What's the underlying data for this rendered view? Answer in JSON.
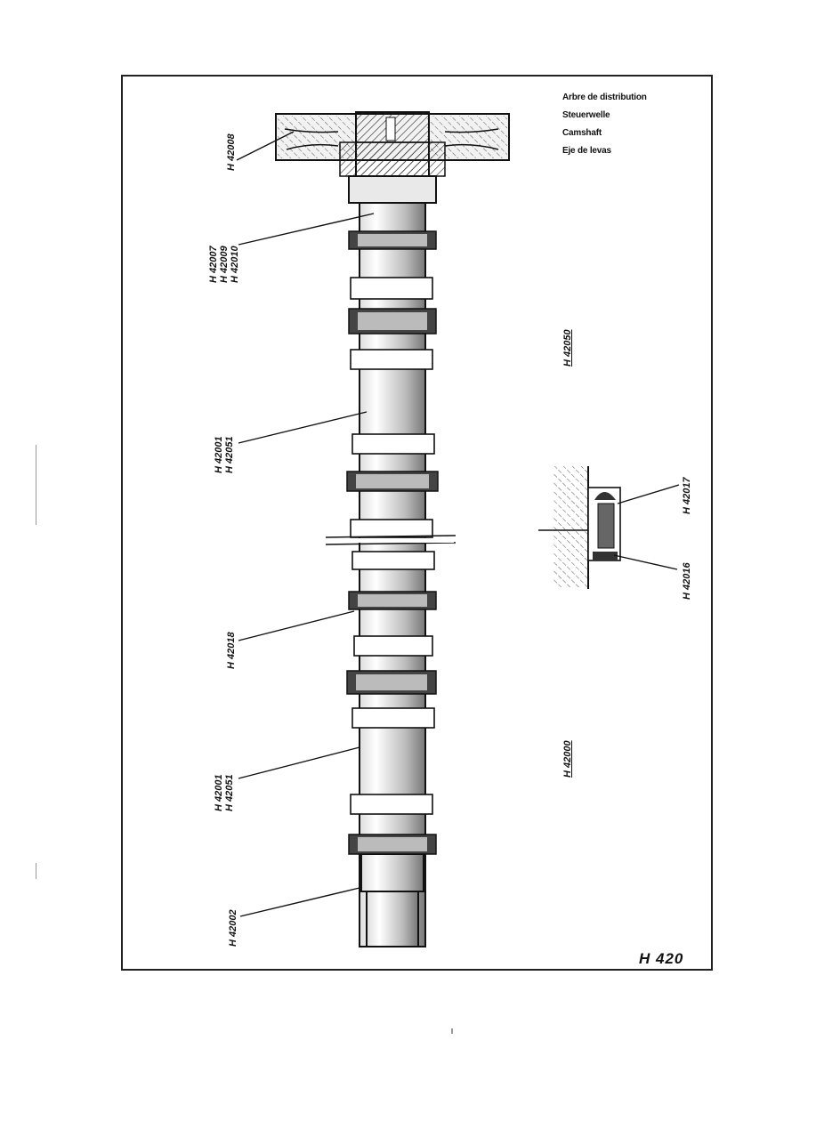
{
  "title_block": {
    "lines": [
      "Arbre de distribution",
      "Steuerwelle",
      "Camshaft",
      "Eje de levas"
    ]
  },
  "assemblies": {
    "upper": "H 42050",
    "lower": "H 42000"
  },
  "callouts": {
    "sprocket": [
      "H 42008"
    ],
    "front_journal": [
      "H 42007",
      "H 42009",
      "H 42010"
    ],
    "shaft_upper": [
      "H 42001",
      "H 42051"
    ],
    "bearing_ring": [
      "H 42018"
    ],
    "shaft_lower": [
      "H 42001",
      "H 42051"
    ],
    "rear_end": [
      "H 42002"
    ],
    "detail_top": [
      "H 42017"
    ],
    "detail_bottom": [
      "H 42016"
    ]
  },
  "page": {
    "number": "H 420"
  }
}
